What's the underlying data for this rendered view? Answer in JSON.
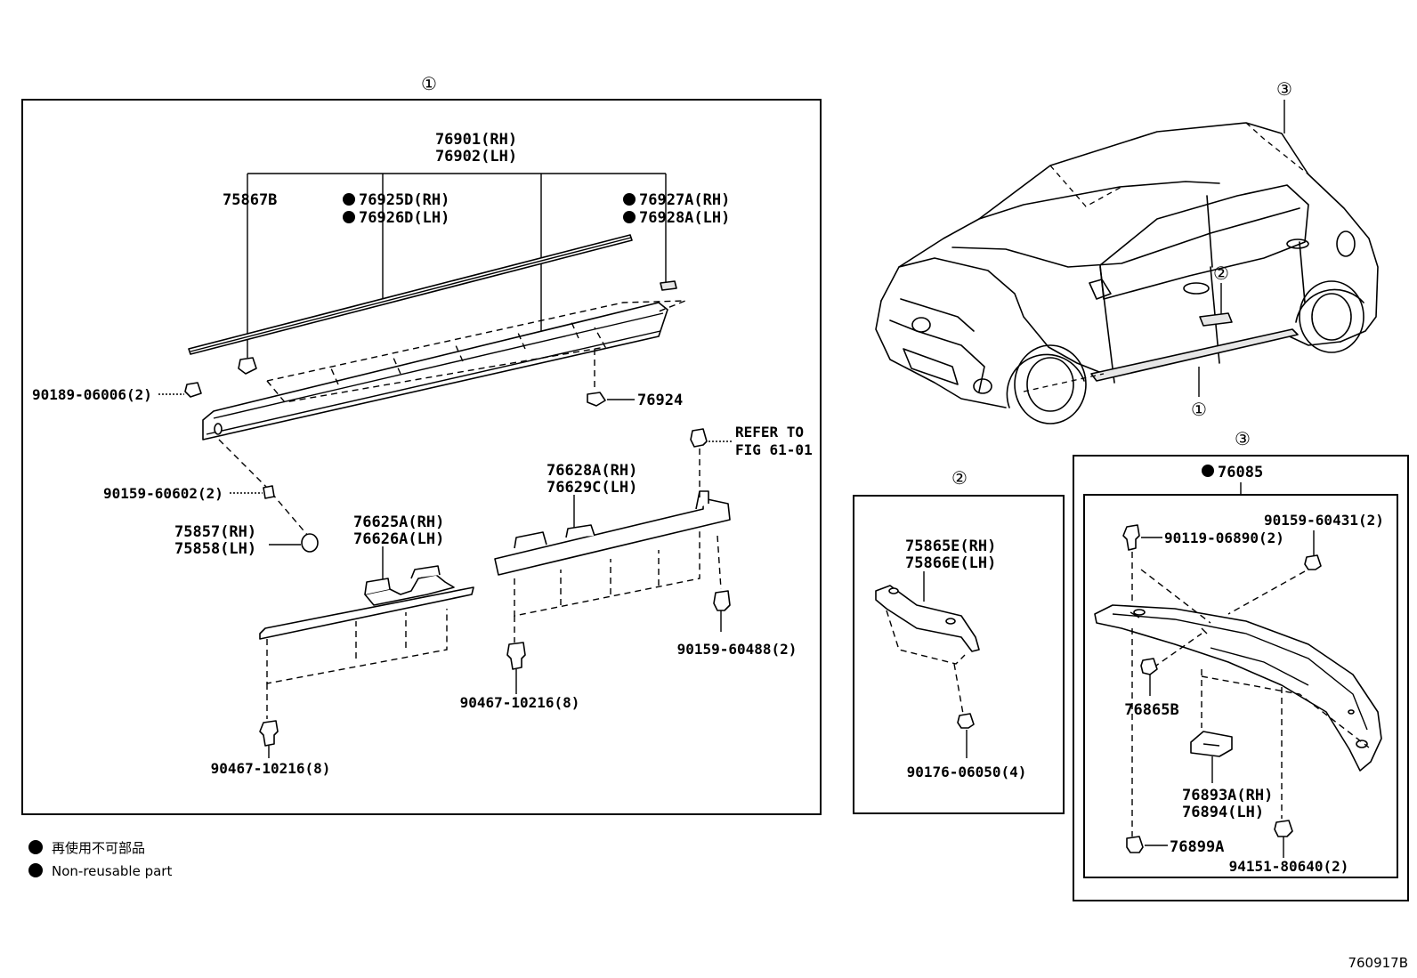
{
  "callouts": {
    "c1": "①",
    "c2": "②",
    "c3": "③"
  },
  "panel1": {
    "rocker_rh": "76901(RH)",
    "rocker_lh": "76902(LH)",
    "clip_75867b": "75867B",
    "tape_rh": "76925D(RH)",
    "tape_lh": "76926D(LH)",
    "tape2_rh": "76927A(RH)",
    "tape2_lh": "76928A(LH)",
    "screw_90189": "90189-06006(2)",
    "nut_76924": "76924",
    "screw_90159_60602": "90159-60602(2)",
    "plug_rh": "75857(RH)",
    "plug_lh": "75858(LH)",
    "ret_front_rh": "76625A(RH)",
    "ret_front_lh": "76626A(LH)",
    "ret_rear_rh": "76628A(RH)",
    "ret_rear_lh": "76629C(LH)",
    "refer_line1": "REFER TO",
    "refer_line2": "FIG 61-01",
    "clip_90159_60488": "90159-60488(2)",
    "clip_90467_a": "90467-10216(8)",
    "clip_90467_b": "90467-10216(8)"
  },
  "panel2": {
    "bracket_rh": "75865E(RH)",
    "bracket_lh": "75866E(LH)",
    "clip_90176": "90176-06050(4)"
  },
  "panel3": {
    "spoiler": "76085",
    "clip_90159_60431": "90159-60431(2)",
    "bolt_90119": "90119-06890(2)",
    "nut_76865b": "76865B",
    "hinge_rh": "76893A(RH)",
    "hinge_lh": "76894(LH)",
    "cap_76899a": "76899A",
    "nut_94151": "94151-80640(2)"
  },
  "legend": {
    "jp": "再使用不可部品",
    "en": "Non-reusable part"
  },
  "diagram_code": "760917B"
}
